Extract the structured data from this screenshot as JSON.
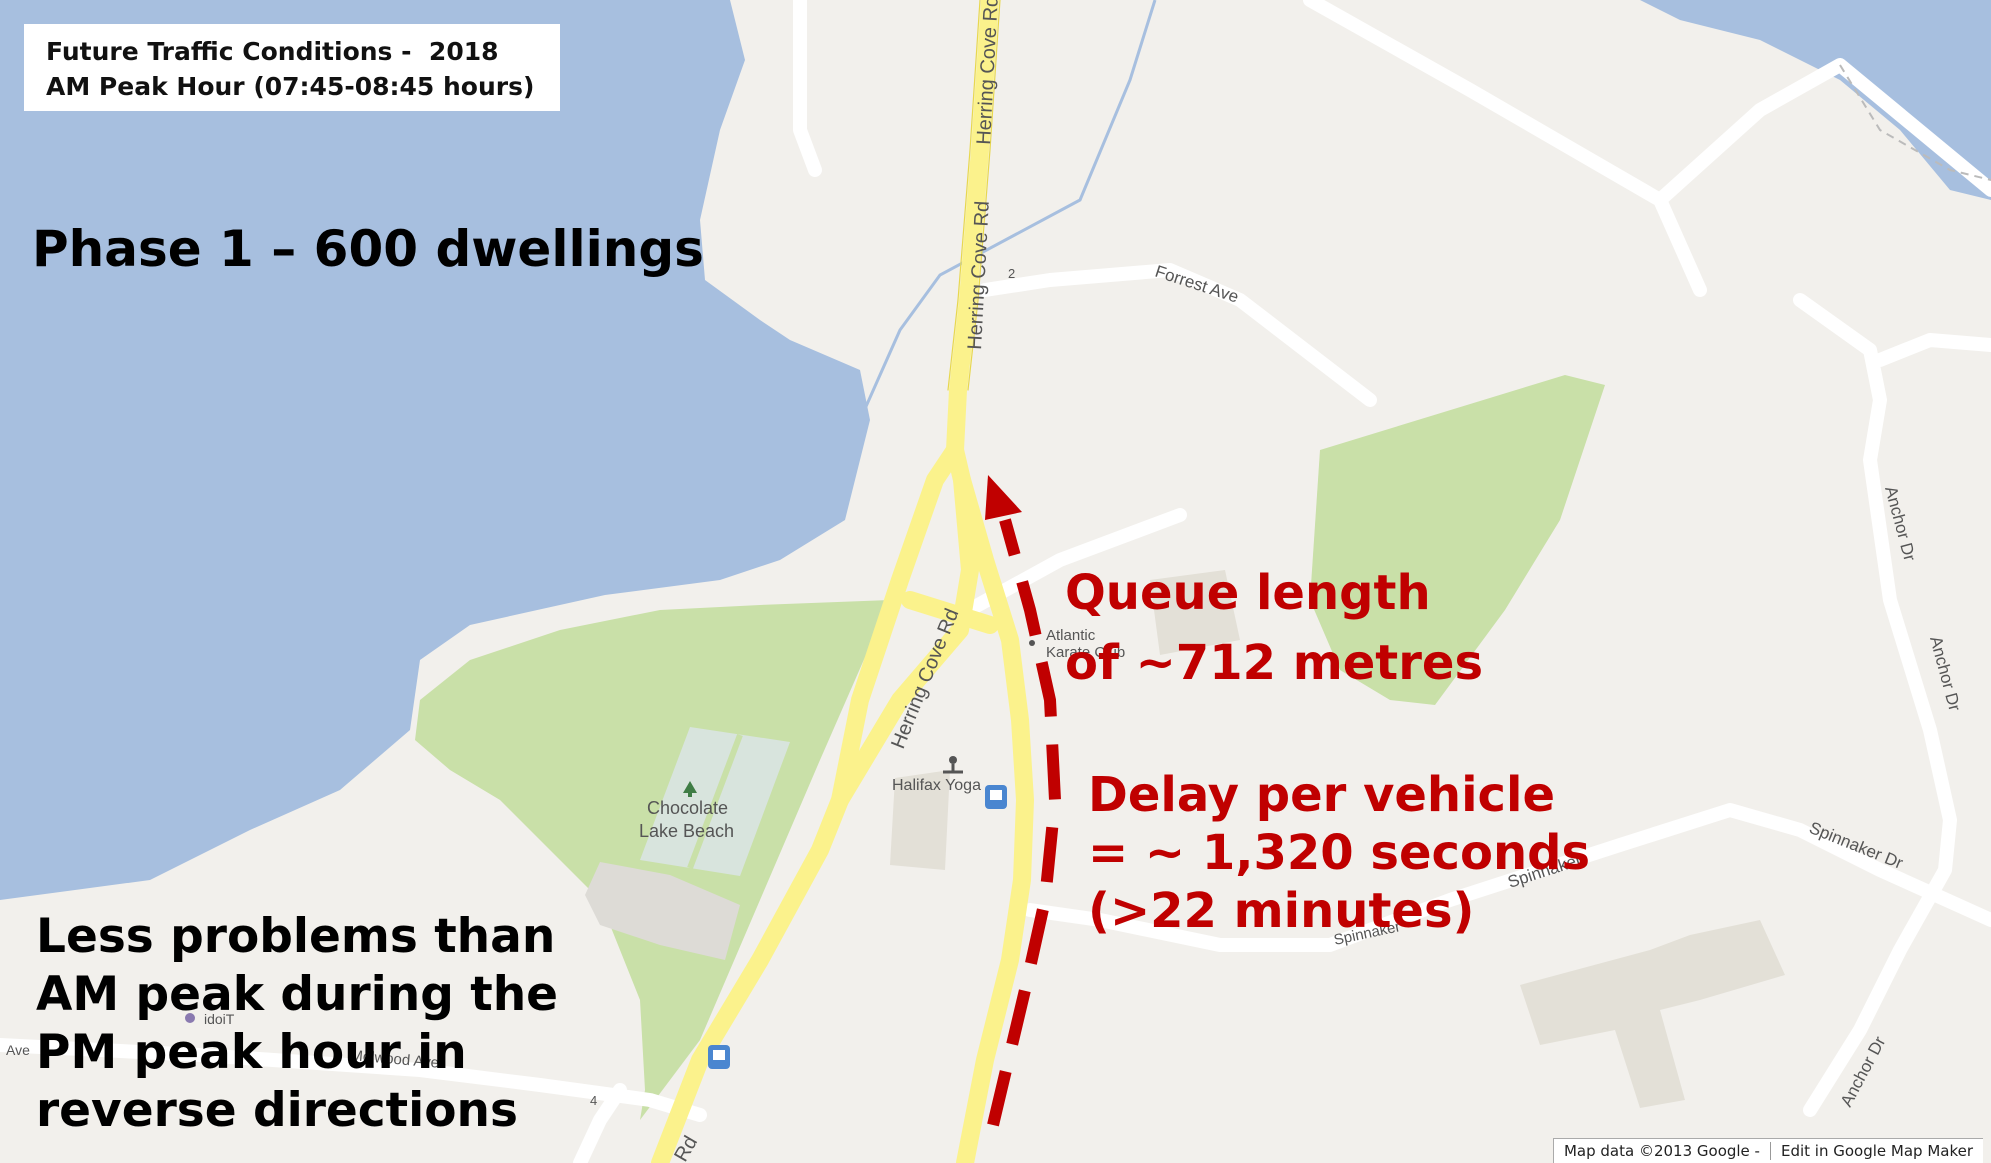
{
  "title_box": {
    "line1": "Future Traffic Conditions -  2018",
    "line2": "AM Peak Hour (07:45-08:45 hours)"
  },
  "phase_heading": "Phase 1 – 600 dwellings",
  "queue": {
    "line1": "Queue length",
    "line2": "of ~712 metres"
  },
  "delay": {
    "line1": "Delay per vehicle",
    "line2": "= ~ 1,320 seconds",
    "line3": "(>22 minutes)"
  },
  "pm_note": {
    "line1": "Less problems than",
    "line2": "AM peak during the",
    "line3": "PM peak hour in",
    "line4": "reverse directions"
  },
  "map_labels": {
    "herring_cove_rd_1": "Herring Cove Rd",
    "herring_cove_rd_2": "Herring Cove Rd",
    "herring_cove_rd_3": "Herring Cove Rd",
    "herring_cove_rd_4": "Rd",
    "forrest_ave": "Forrest Ave",
    "anchor_dr_1": "Anchor Dr",
    "anchor_dr_2": "Anchor Dr",
    "anchor_dr_3": "Anchor Dr",
    "spinnaker_dr_1": "Spinnaker Dr",
    "spinnaker_dr_2": "Spinnaker",
    "spinnaker_dr_3": "Spinnaker",
    "chocolate_lake_beach_1": "Chocolate",
    "chocolate_lake_beach_2": "Lake Beach",
    "halifax_yoga": "Halifax Yoga",
    "atlantic_karate_1": "Atlantic",
    "atlantic_karate_2": "Karate Club",
    "idoit": "idoiT",
    "melwood_ave": "Melwood Ave",
    "ave_edge": "Ave",
    "house_number_2": "2",
    "house_number_4": "4"
  },
  "attribution": {
    "map_data": "Map data ©2013 Google -",
    "edit_link": "Edit in Google Map Maker"
  },
  "colors": {
    "water": "#a7bfdf",
    "land": "#f2f0ec",
    "park": "#c9e0a8",
    "road_major": "#fbf28c",
    "road_minor": "#ffffff",
    "queue_arrow": "#c00000"
  }
}
